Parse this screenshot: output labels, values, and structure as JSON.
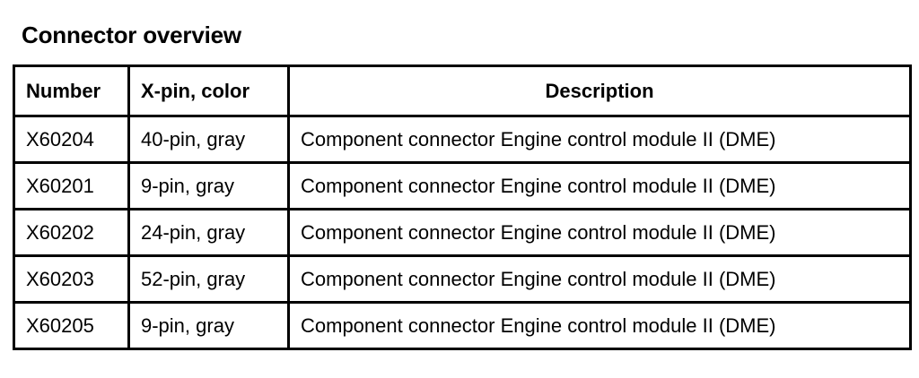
{
  "document": {
    "title": "Connector overview"
  },
  "table": {
    "columns": [
      {
        "key": "number",
        "label": "Number",
        "align": "left"
      },
      {
        "key": "xpin",
        "label": "X-pin, color",
        "align": "left"
      },
      {
        "key": "description",
        "label": "Description",
        "align": "center"
      }
    ],
    "rows": [
      {
        "number": "X60204",
        "xpin": "40-pin, gray",
        "description": "Component connector Engine control module II (DME)"
      },
      {
        "number": "X60201",
        "xpin": "9-pin, gray",
        "description": "Component connector Engine control module II (DME)"
      },
      {
        "number": "X60202",
        "xpin": "24-pin, gray",
        "description": "Component connector Engine control module II (DME)"
      },
      {
        "number": "X60203",
        "xpin": "52-pin, gray",
        "description": "Component connector Engine control module II (DME)"
      },
      {
        "number": "X60205",
        "xpin": "9-pin, gray",
        "description": "Component connector Engine control module II (DME)"
      }
    ]
  },
  "colors": {
    "background": "#ffffff",
    "text": "#000000",
    "border": "#000000"
  }
}
